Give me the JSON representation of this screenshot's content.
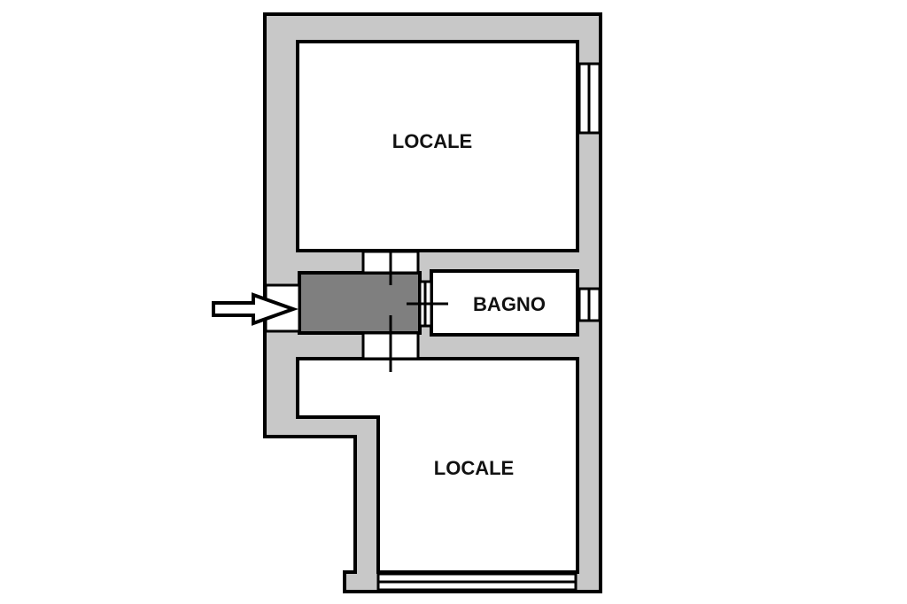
{
  "rooms": {
    "upper": {
      "label": "LOCALE"
    },
    "bath": {
      "label": "BAGNO"
    },
    "lower": {
      "label": "LOCALE"
    }
  },
  "colors": {
    "wall": "#c8c8c8",
    "hallway": "#7f7f7f",
    "room": "#ffffff",
    "outline": "#000000"
  },
  "icons": {
    "entrance": "entrance-arrow-icon",
    "door": "door-swing-icon",
    "window": "window-icon"
  }
}
